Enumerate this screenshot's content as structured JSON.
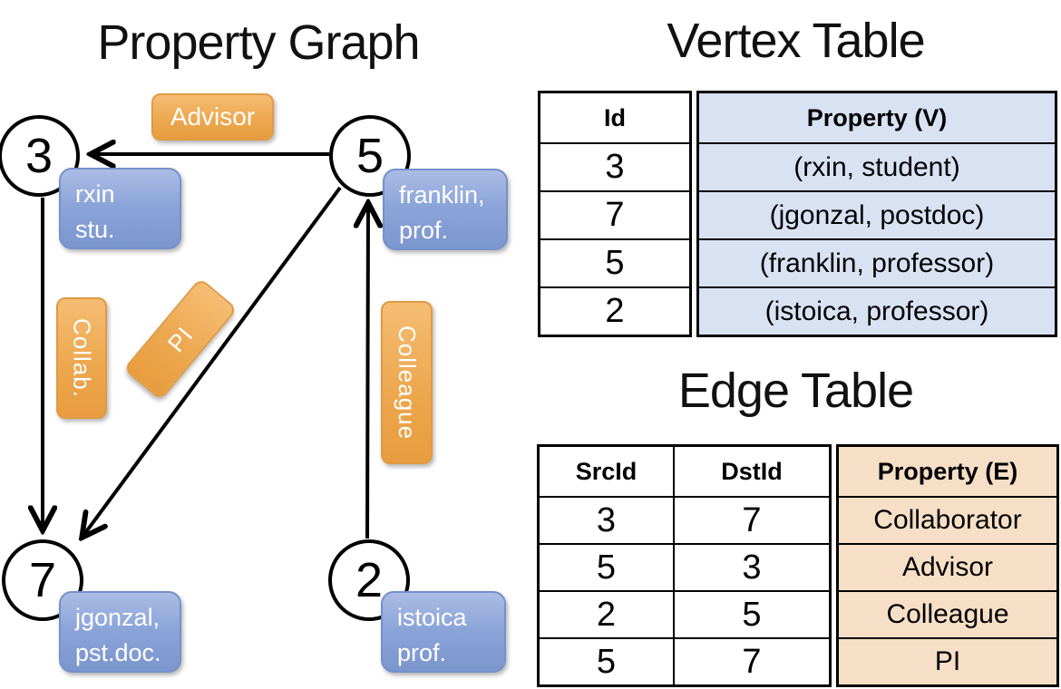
{
  "graph": {
    "title": "Property Graph",
    "nodes": [
      {
        "id": "3",
        "property_line1": "rxin",
        "property_line2": "stu."
      },
      {
        "id": "5",
        "property_line1": "franklin,",
        "property_line2": "prof."
      },
      {
        "id": "7",
        "property_line1": "jgonzal,",
        "property_line2": "pst.doc."
      },
      {
        "id": "2",
        "property_line1": "istoica",
        "property_line2": "prof."
      }
    ],
    "edge_labels": {
      "advisor": "Advisor",
      "collab": "Collab.",
      "pi": "PI",
      "colleague": "Colleague"
    }
  },
  "vertex_table": {
    "title": "Vertex Table",
    "columns": {
      "id": "Id",
      "property": "Property (V)"
    },
    "rows": [
      {
        "id": "3",
        "property": "(rxin, student)"
      },
      {
        "id": "7",
        "property": "(jgonzal, postdoc)"
      },
      {
        "id": "5",
        "property": "(franklin, professor)"
      },
      {
        "id": "2",
        "property": "(istoica, professor)"
      }
    ]
  },
  "edge_table": {
    "title": "Edge Table",
    "columns": {
      "src": "SrcId",
      "dst": "DstId",
      "property": "Property (E)"
    },
    "rows": [
      {
        "src": "3",
        "dst": "7",
        "property": "Collaborator"
      },
      {
        "src": "5",
        "dst": "3",
        "property": "Advisor"
      },
      {
        "src": "2",
        "dst": "5",
        "property": "Colleague"
      },
      {
        "src": "5",
        "dst": "7",
        "property": "PI"
      }
    ]
  },
  "colors": {
    "edge_label_orange": "#EDA84F",
    "vertex_label_blue": "#8CA5D9",
    "vertex_property_fill": "#D9E2F3",
    "edge_property_fill": "#F6DFC6",
    "line": "#000000"
  }
}
